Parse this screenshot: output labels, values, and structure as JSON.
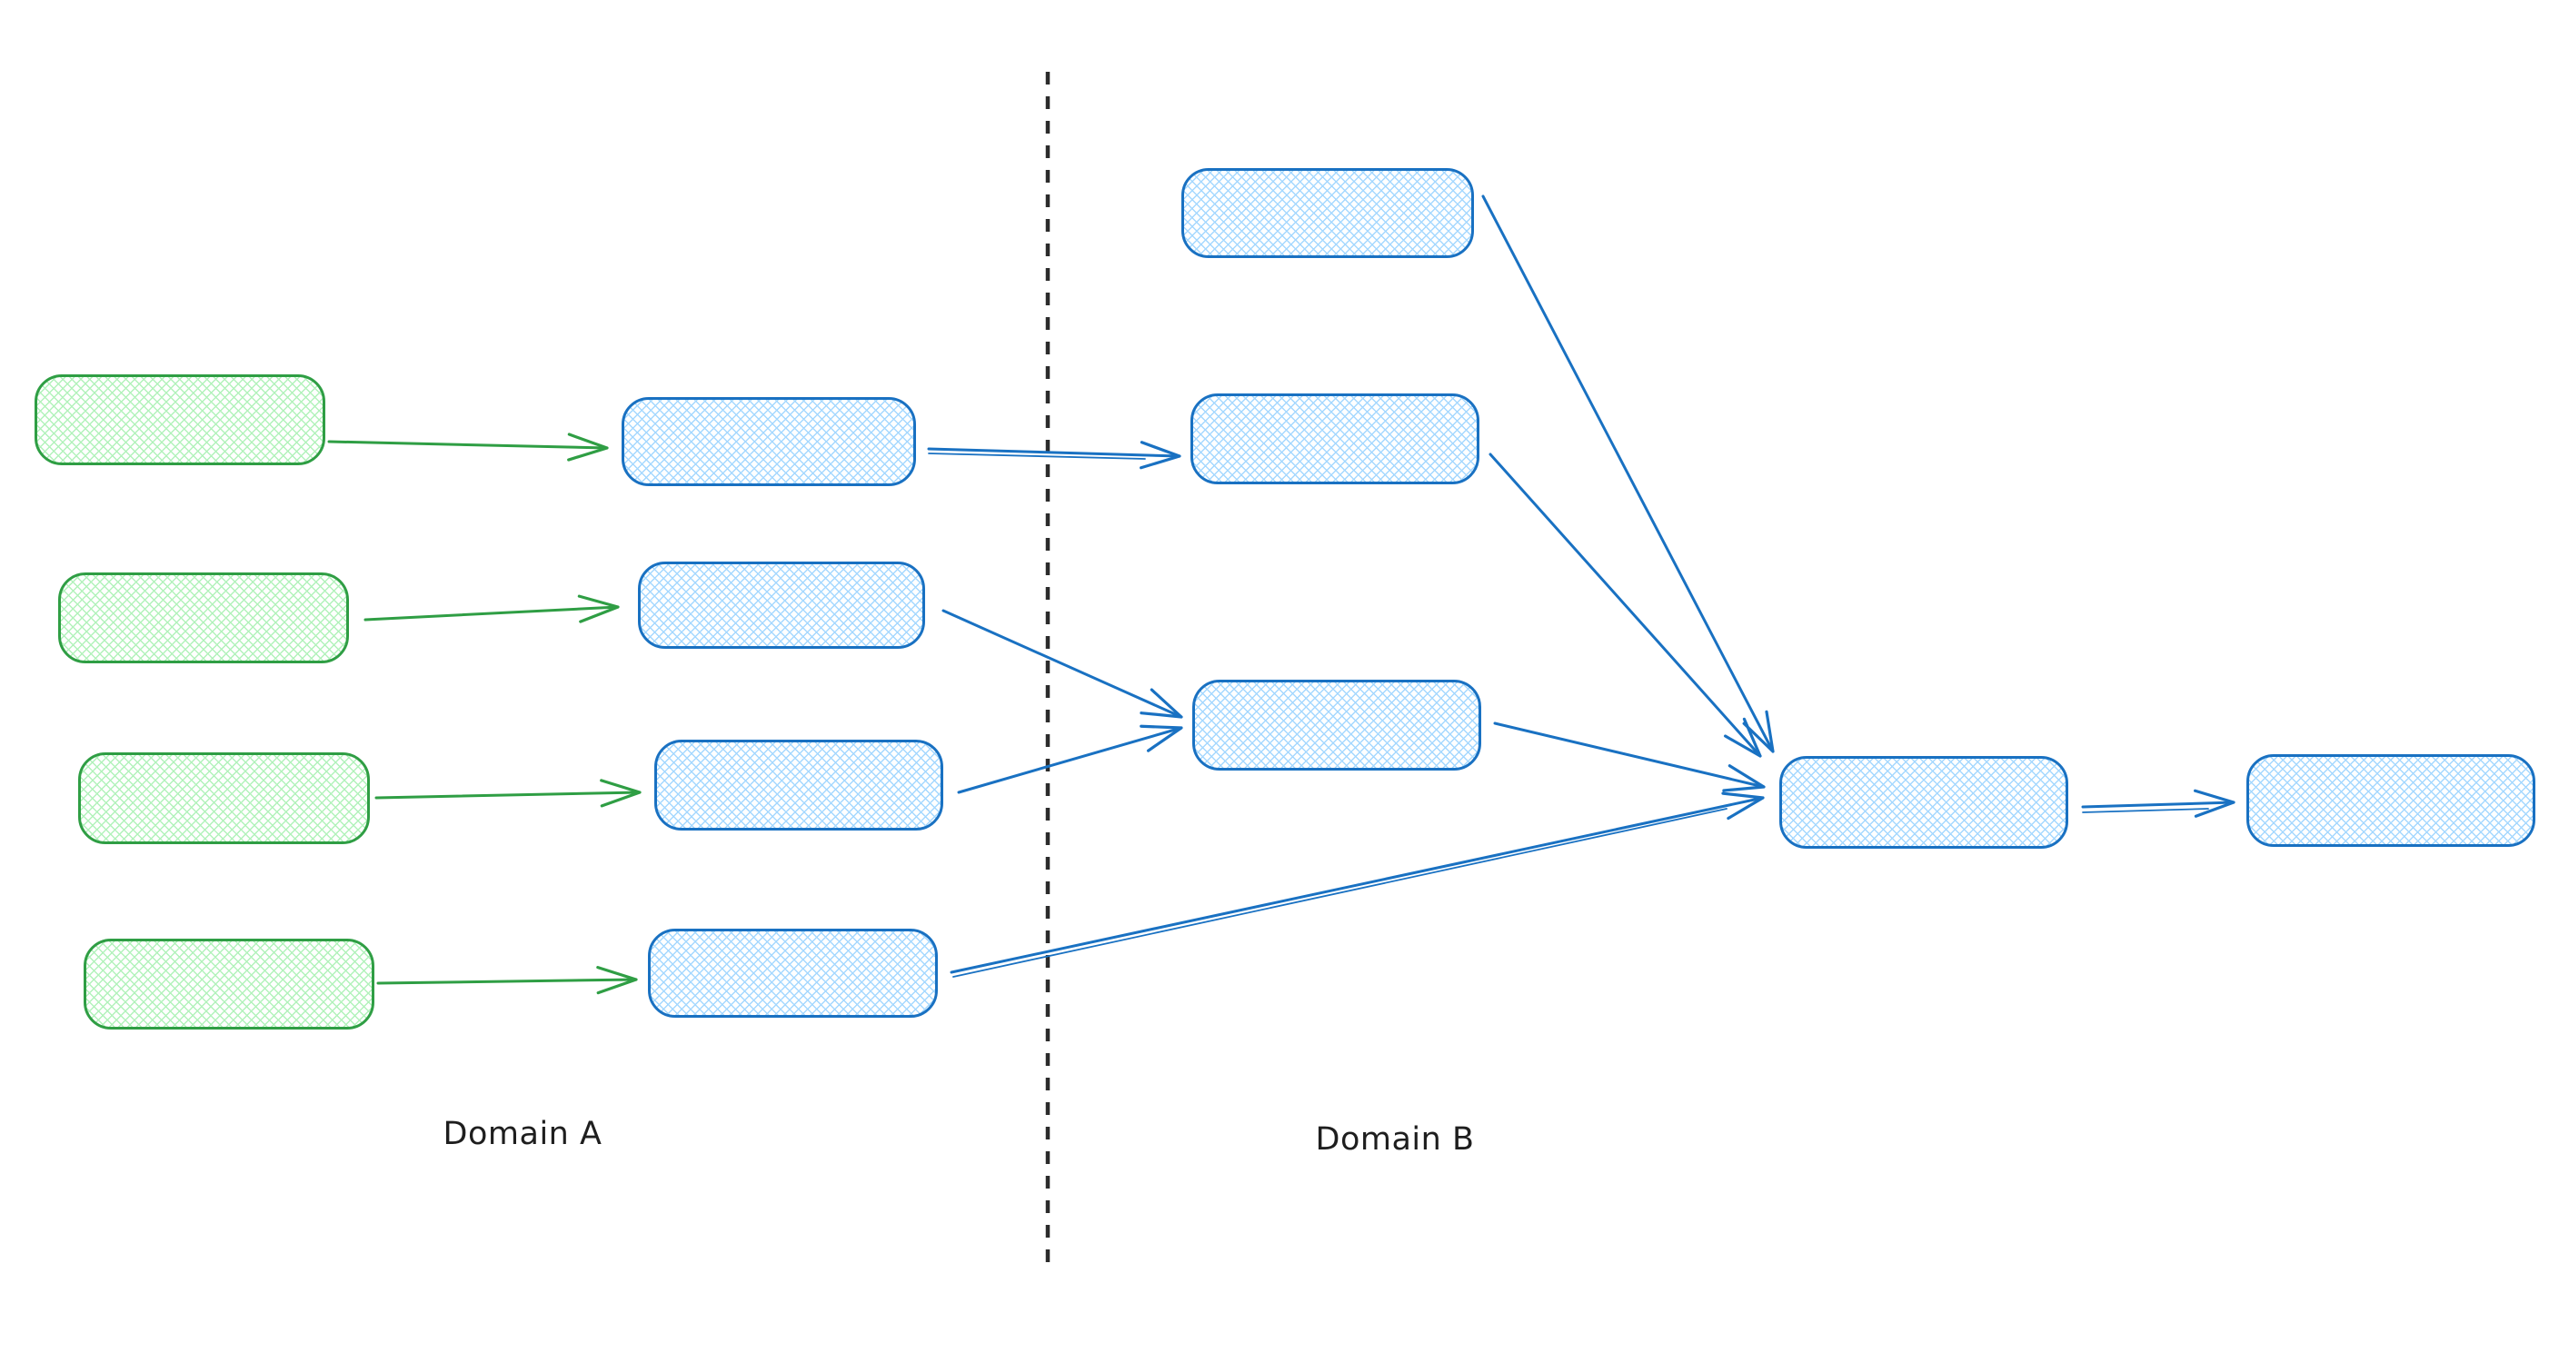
{
  "diagram": {
    "type": "flow-diagram",
    "labels": {
      "domain_a": "Domain A",
      "domain_b": "Domain B"
    },
    "colors": {
      "green_stroke": "#2f9e44",
      "green_fill": "#b2f2bb",
      "blue_stroke": "#1971c2",
      "blue_fill": "#a5d8ff",
      "divider": "#2b2b2b",
      "label": "#1e1e1e"
    },
    "nodes": [
      {
        "id": "domain-a-source-1",
        "domain": "Domain A",
        "style": "green",
        "text": ""
      },
      {
        "id": "domain-a-source-2",
        "domain": "Domain A",
        "style": "green",
        "text": ""
      },
      {
        "id": "domain-a-source-3",
        "domain": "Domain A",
        "style": "green",
        "text": ""
      },
      {
        "id": "domain-a-source-4",
        "domain": "Domain A",
        "style": "green",
        "text": ""
      },
      {
        "id": "domain-a-process-1",
        "domain": "Domain A",
        "style": "blue",
        "text": ""
      },
      {
        "id": "domain-a-process-2",
        "domain": "Domain A",
        "style": "blue",
        "text": ""
      },
      {
        "id": "domain-a-process-3",
        "domain": "Domain A",
        "style": "blue",
        "text": ""
      },
      {
        "id": "domain-a-process-4",
        "domain": "Domain A",
        "style": "blue",
        "text": ""
      },
      {
        "id": "domain-b-node-1",
        "domain": "Domain B",
        "style": "blue",
        "text": ""
      },
      {
        "id": "domain-b-node-2",
        "domain": "Domain B",
        "style": "blue",
        "text": ""
      },
      {
        "id": "domain-b-node-3",
        "domain": "Domain B",
        "style": "blue",
        "text": ""
      },
      {
        "id": "domain-b-merge-node",
        "domain": "Domain B",
        "style": "blue",
        "text": ""
      },
      {
        "id": "domain-b-output-node",
        "domain": "Domain B",
        "style": "blue",
        "text": ""
      }
    ],
    "edges": [
      {
        "from": "domain-a-source-1",
        "to": "domain-a-process-1",
        "color": "green"
      },
      {
        "from": "domain-a-source-2",
        "to": "domain-a-process-2",
        "color": "green"
      },
      {
        "from": "domain-a-source-3",
        "to": "domain-a-process-3",
        "color": "green"
      },
      {
        "from": "domain-a-source-4",
        "to": "domain-a-process-4",
        "color": "green"
      },
      {
        "from": "domain-a-process-1",
        "to": "domain-b-node-2",
        "color": "blue"
      },
      {
        "from": "domain-a-process-2",
        "to": "domain-b-node-3",
        "color": "blue"
      },
      {
        "from": "domain-a-process-3",
        "to": "domain-b-node-3",
        "color": "blue"
      },
      {
        "from": "domain-a-process-4",
        "to": "domain-b-merge-node",
        "color": "blue"
      },
      {
        "from": "domain-b-node-1",
        "to": "domain-b-merge-node",
        "color": "blue"
      },
      {
        "from": "domain-b-node-2",
        "to": "domain-b-merge-node",
        "color": "blue"
      },
      {
        "from": "domain-b-node-3",
        "to": "domain-b-merge-node",
        "color": "blue"
      },
      {
        "from": "domain-b-merge-node",
        "to": "domain-b-output-node",
        "color": "blue"
      }
    ]
  }
}
